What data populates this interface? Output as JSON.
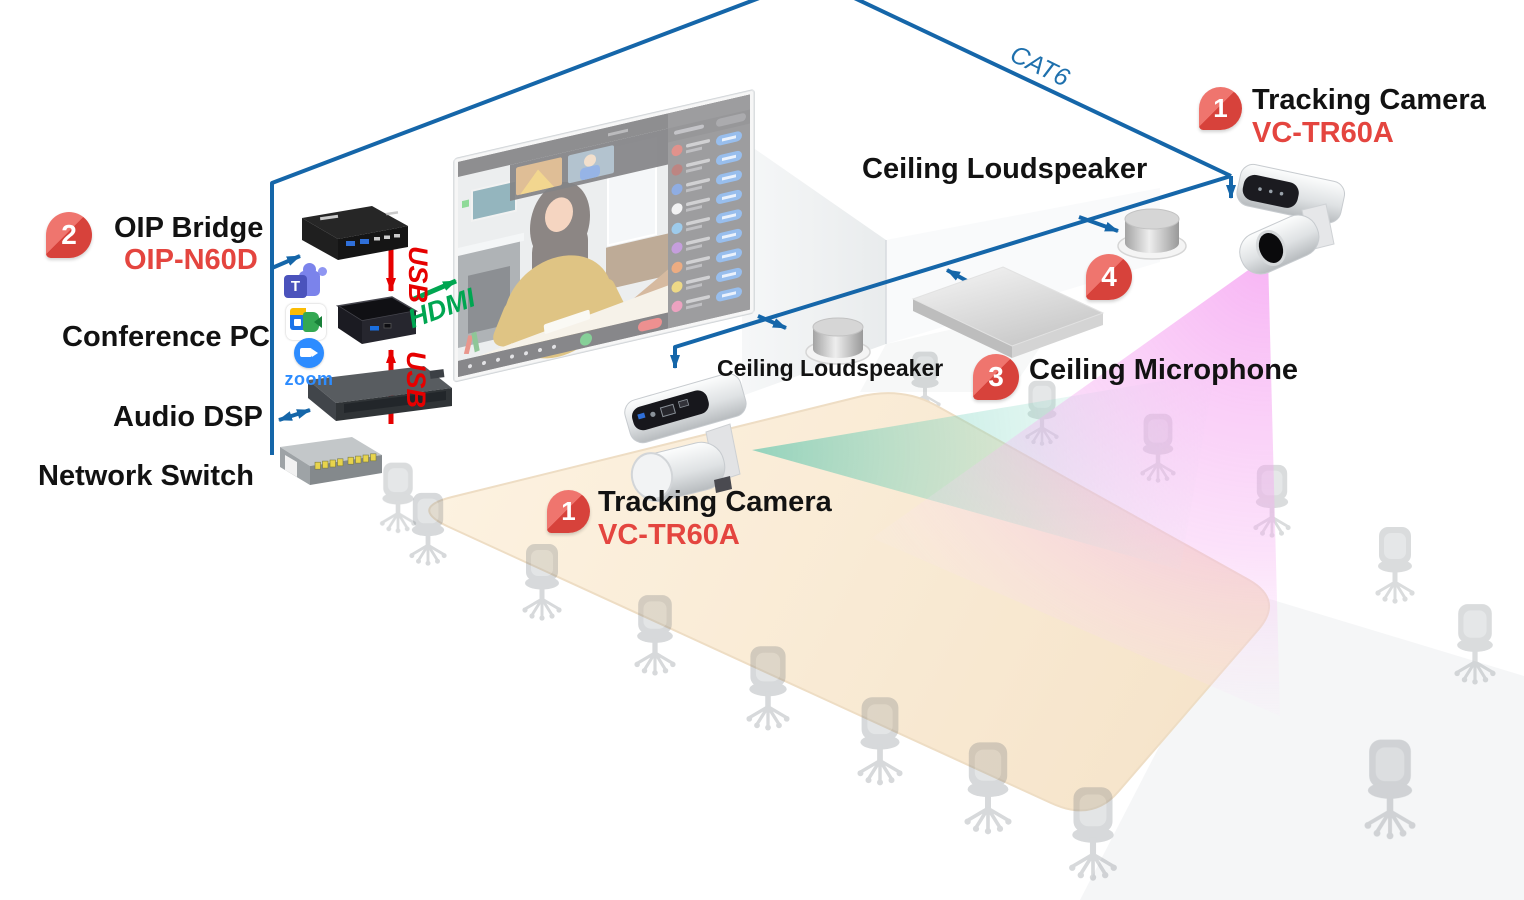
{
  "cables": {
    "cat6": "CAT6",
    "usb_oip_pc": "USB",
    "usb_dsp_pc": "USB",
    "hdmi_pc_display": "HDMI"
  },
  "equipment": {
    "oip_bridge": {
      "badge": "2",
      "name": "OIP Bridge",
      "model": "OIP-N60D"
    },
    "conference_pc": {
      "name": "Conference PC"
    },
    "audio_dsp": {
      "name": "Audio DSP"
    },
    "network_switch": {
      "name": "Network Switch"
    },
    "tracking_camera_wall": {
      "badge": "1",
      "name": "Tracking Camera",
      "model": "VC-TR60A"
    },
    "tracking_camera_table": {
      "badge": "1",
      "name": "Tracking Camera",
      "model": "VC-TR60A"
    },
    "ceiling_loudspeaker_back": {
      "name": "Ceiling Loudspeaker"
    },
    "ceiling_loudspeaker_front": {
      "name": "Ceiling Loudspeaker"
    },
    "ceiling_microphone": {
      "badge": "3",
      "name": "Ceiling Microphone"
    },
    "ceiling_loudspeaker_badge": {
      "badge": "4"
    }
  },
  "software": {
    "teams_initial": "T",
    "zoom_wordmark": "zoom"
  },
  "colors": {
    "line_blue": "#1566a9",
    "label_black": "#121212",
    "model_red": "#e4453f",
    "usb_red": "#e60000",
    "hdmi_green": "#00a651",
    "badge_red": "#d7423b",
    "zoom_blue": "#2d8cff",
    "table_beige": "#f8e8d0"
  }
}
